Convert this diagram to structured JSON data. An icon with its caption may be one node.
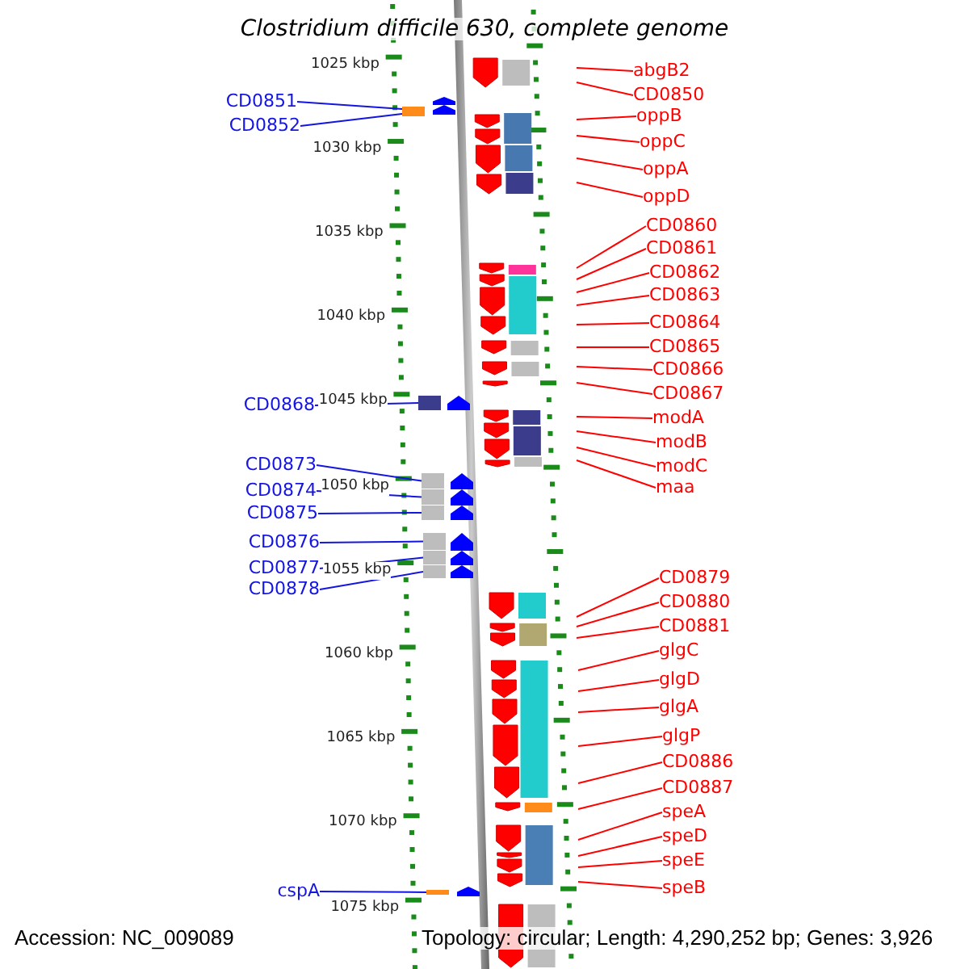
{
  "diagram": {
    "title": "Clostridium difficile 630, complete genome",
    "nodes": [
      {
        "text": [
          "CD0851"
        ]
      },
      {
        "text": [
          "CD0852"
        ]
      },
      {
        "text": [
          "CD0868"
        ]
      },
      {
        "text": [
          "CD0873"
        ]
      },
      {
        "text": [
          "CD0874"
        ]
      },
      {
        "text": [
          "CD0875"
        ]
      },
      {
        "text": [
          "CD0876"
        ]
      },
      {
        "text": [
          "CD0877"
        ]
      },
      {
        "text": [
          "CD0878"
        ]
      },
      {
        "text": [
          "cspA"
        ]
      },
      {
        "text": [
          "abgB2"
        ]
      },
      {
        "text": [
          "CD0850"
        ]
      },
      {
        "text": [
          "oppB"
        ]
      },
      {
        "text": [
          "oppC"
        ]
      },
      {
        "text": [
          "oppA"
        ]
      },
      {
        "text": [
          "oppD"
        ]
      },
      {
        "text": [
          "CD0860"
        ]
      },
      {
        "text": [
          "CD0861"
        ]
      },
      {
        "text": [
          "CD0862"
        ]
      },
      {
        "text": [
          "CD0863"
        ]
      },
      {
        "text": [
          "CD0864"
        ]
      },
      {
        "text": [
          "CD0865"
        ]
      },
      {
        "text": [
          "CD0866"
        ]
      },
      {
        "text": [
          "CD0867"
        ]
      },
      {
        "text": [
          "modA"
        ]
      },
      {
        "text": [
          "modB"
        ]
      },
      {
        "text": [
          "modC"
        ]
      },
      {
        "text": [
          "maa"
        ]
      },
      {
        "text": [
          "CD0879"
        ]
      },
      {
        "text": [
          "CD0880"
        ]
      },
      {
        "text": [
          "CD0881"
        ]
      },
      {
        "text": [
          "glgC"
        ]
      },
      {
        "text": [
          "glgD"
        ]
      },
      {
        "text": [
          "glgA"
        ]
      },
      {
        "text": [
          "glgP"
        ]
      },
      {
        "text": [
          "CD0886"
        ]
      },
      {
        "text": [
          "CD0887"
        ]
      },
      {
        "text": [
          "speA"
        ]
      },
      {
        "text": [
          "speD"
        ]
      },
      {
        "text": [
          "speE"
        ]
      },
      {
        "text": [
          "speB"
        ]
      },
      {
        "text": [],
        "shape": "bar"
      },
      {
        "text": [],
        "shape": "bar"
      },
      {
        "text": [],
        "shape": "bar"
      },
      {
        "text": [],
        "shape": "bar"
      },
      {
        "text": [],
        "shape": "bar"
      },
      {
        "text": [],
        "shape": "bar"
      },
      {
        "text": [],
        "shape": "bar"
      },
      {
        "text": [],
        "shape": "bar"
      },
      {
        "text": [],
        "shape": "bar"
      },
      {
        "text": [],
        "shape": "bar"
      }
    ],
    "edges": [
      {
        "from": 0,
        "to": 41,
        "arrow": "none",
        "color": "#1515e0"
      },
      {
        "from": 1,
        "to": 42,
        "arrow": "none",
        "color": "#1515e0"
      },
      {
        "from": 2,
        "to": 43,
        "arrow": "none",
        "color": "#1515e0"
      },
      {
        "from": 3,
        "to": 44,
        "arrow": "none",
        "color": "#1515e0"
      },
      {
        "from": 4,
        "to": 45,
        "arrow": "none",
        "color": "#1515e0"
      },
      {
        "from": 5,
        "to": 46,
        "arrow": "none",
        "color": "#1515e0"
      },
      {
        "from": 6,
        "to": 47,
        "arrow": "none",
        "color": "#1515e0"
      },
      {
        "from": 7,
        "to": 48,
        "arrow": "none",
        "color": "#1515e0"
      },
      {
        "from": 8,
        "to": 49,
        "arrow": "none",
        "color": "#1515e0"
      },
      {
        "from": 9,
        "to": 50,
        "arrow": "none",
        "color": "#1515e0"
      },
      {
        "from": 10,
        "to": null,
        "arrow": "none"
      },
      {
        "from": 11,
        "to": null,
        "arrow": "none"
      },
      {
        "from": 12,
        "to": null,
        "arrow": "none"
      },
      {
        "from": 13,
        "to": null,
        "arrow": "none"
      },
      {
        "from": 14,
        "to": null,
        "arrow": "none"
      },
      {
        "from": 15,
        "to": null,
        "arrow": "none"
      },
      {
        "from": 16,
        "to": null,
        "arrow": "none"
      },
      {
        "from": 17,
        "to": null,
        "arrow": "none"
      },
      {
        "from": 18,
        "to": null,
        "arrow": "none"
      },
      {
        "from": 19,
        "to": null,
        "arrow": "none"
      },
      {
        "from": 20,
        "to": null,
        "arrow": "none"
      },
      {
        "from": 21,
        "to": null,
        "arrow": "none"
      },
      {
        "from": 22,
        "to": null,
        "arrow": "none"
      },
      {
        "from": 23,
        "to": null,
        "arrow": "none"
      },
      {
        "from": 24,
        "to": null,
        "arrow": "none"
      },
      {
        "from": 25,
        "to": null,
        "arrow": "none"
      },
      {
        "from": 26,
        "to": null,
        "arrow": "none"
      },
      {
        "from": 27,
        "to": null,
        "arrow": "none"
      },
      {
        "from": 28,
        "to": null,
        "arrow": "none"
      },
      {
        "from": 29,
        "to": null,
        "arrow": "none"
      },
      {
        "from": 30,
        "to": null,
        "arrow": "none"
      },
      {
        "from": 31,
        "to": null,
        "arrow": "none"
      },
      {
        "from": 32,
        "to": null,
        "arrow": "none"
      },
      {
        "from": 33,
        "to": null,
        "arrow": "none"
      },
      {
        "from": 34,
        "to": null,
        "arrow": "none"
      },
      {
        "from": 35,
        "to": null,
        "arrow": "none"
      },
      {
        "from": 36,
        "to": null,
        "arrow": "none"
      },
      {
        "from": 37,
        "to": null,
        "arrow": "none"
      },
      {
        "from": 38,
        "to": null,
        "arrow": "none"
      },
      {
        "from": 39,
        "to": null,
        "arrow": "none"
      },
      {
        "from": 40,
        "to": null,
        "arrow": "none"
      }
    ],
    "labels": [
      "1025 kbp",
      "1030 kbp",
      "1035 kbp",
      "1040 kbp",
      "1045 kbp",
      "1050 kbp",
      "1055 kbp",
      "1060 kbp",
      "1065 kbp",
      "1070 kbp",
      "1075 kbp",
      "Accession: NC_009089",
      "Topology: circular; Length: 4,290,252 bp; Genes: 3,926"
    ]
  }
}
